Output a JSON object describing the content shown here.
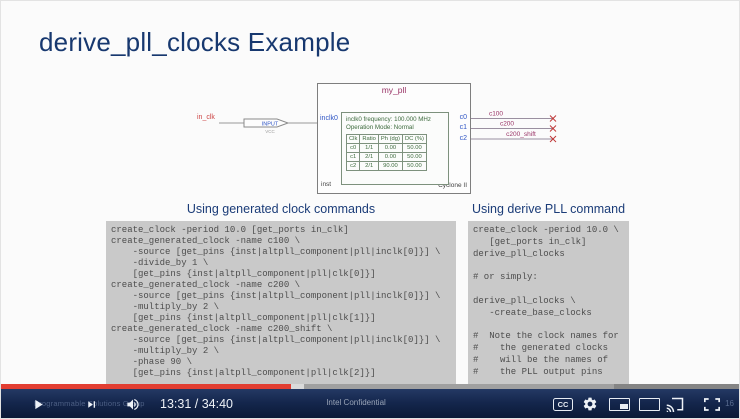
{
  "slide": {
    "title": "derive_pll_clocks Example",
    "diagram": {
      "block_name": "my_pll",
      "input_pin_label": "in_clk",
      "input_symbol_label": "INPUT",
      "input_symbol_sublabel": "VCC",
      "input_port": "inclk0",
      "info_line1": "inclk0 frequency: 100.000 MHz",
      "info_line2": "Operation Mode: Normal",
      "table": {
        "headers": [
          "Clk",
          "Ratio",
          "Ph (dg)",
          "DC (%)"
        ],
        "rows": [
          [
            "c0",
            "1/1",
            "0.00",
            "50.00"
          ],
          [
            "c1",
            "2/1",
            "0.00",
            "50.00"
          ],
          [
            "c2",
            "2/1",
            "90.00",
            "50.00"
          ]
        ]
      },
      "outputs": [
        {
          "port": "c0",
          "net": "c100"
        },
        {
          "port": "c1",
          "net": "c200"
        },
        {
          "port": "c2",
          "net": "c200_shift"
        }
      ],
      "instance_label": "inst",
      "device_label": "Cyclone II"
    },
    "left_section": {
      "heading": "Using generated clock commands",
      "code": [
        "create_clock -period 10.0 [get_ports in_clk]",
        "create_generated_clock -name c100 \\",
        "    -source [get_pins {inst|altpll_component|pll|inclk[0]}] \\",
        "    -divide_by 1 \\",
        "    [get_pins {inst|altpll_component|pll|clk[0]}]",
        "create_generated_clock -name c200 \\",
        "    -source [get_pins {inst|altpll_component|pll|inclk[0]}] \\",
        "    -multiply_by 2 \\",
        "    [get_pins {inst|altpll_component|pll|clk[1]}]",
        "create_generated_clock -name c200_shift \\",
        "    -source [get_pins {inst|altpll_component|pll|inclk[0]}] \\",
        "    -multiply_by 2 \\",
        "    -phase 90 \\",
        "    [get_pins {inst|altpll_component|pll|clk[2]}]"
      ]
    },
    "right_section": {
      "heading": "Using derive PLL command",
      "code": [
        "create_clock -period 10.0 \\",
        "   [get_ports in_clk]",
        "derive_pll_clocks",
        "",
        "# or simply:",
        "",
        "derive_pll_clocks \\",
        "   -create_base_clocks",
        "",
        "#  Note the clock names for",
        "#    the generated clocks",
        "#    will be the names of",
        "#    the PLL output pins"
      ]
    },
    "footer": {
      "watermark_left": "Programmable Solutions Group",
      "center": "Intel Confidential",
      "page_number": "16"
    }
  },
  "player": {
    "time_display": "13:31 / 34:40",
    "played_percent": 39.2,
    "handle_percent": 1.7,
    "buffered_percent": 41.9,
    "cc_label": "CC",
    "icons": [
      "play-icon",
      "next-icon",
      "volume-icon",
      "cc-icon",
      "settings-gear-icon",
      "miniplayer-icon",
      "theater-mode-icon",
      "cast-icon",
      "fullscreen-icon"
    ]
  },
  "colors": {
    "title_blue": "#17386f",
    "heading_blue": "#1b3c78",
    "code_background": "#c9c9c9",
    "code_text": "#4d4d4d",
    "schematic_label_maroon": "#993366",
    "schematic_pin_red": "#cc4444",
    "schematic_port_blue": "#2f55c5",
    "schematic_green": "#3d6b3d",
    "progress_red": "#e23e32",
    "controlbar_navy": "#14264c"
  }
}
